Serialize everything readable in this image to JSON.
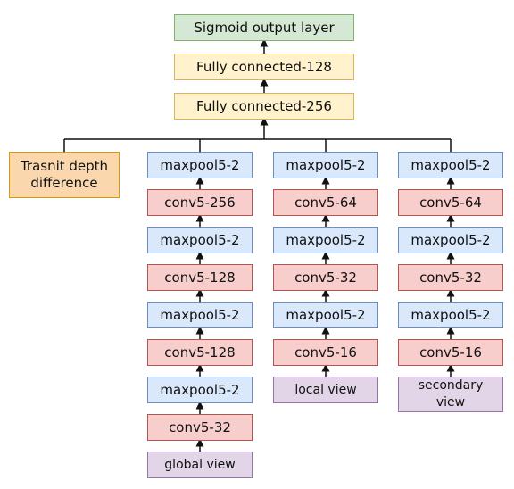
{
  "top": {
    "output": "Sigmoid output layer",
    "fc128": "Fully connected-128",
    "fc256": "Fully connected-256"
  },
  "transit": {
    "label": "Trasnit depth\ndifference"
  },
  "global_branch": {
    "layers": [
      "maxpool5-2",
      "conv5-256",
      "maxpool5-2",
      "conv5-128",
      "maxpool5-2",
      "conv5-128",
      "maxpool5-2",
      "conv5-32"
    ],
    "input": "global view"
  },
  "local_branch": {
    "layers": [
      "maxpool5-2",
      "conv5-64",
      "maxpool5-2",
      "conv5-32",
      "maxpool5-2",
      "conv5-16"
    ],
    "input": "local view"
  },
  "secondary_branch": {
    "layers": [
      "maxpool5-2",
      "conv5-64",
      "maxpool5-2",
      "conv5-32",
      "maxpool5-2",
      "conv5-16"
    ],
    "input": "secondary\nview"
  }
}
